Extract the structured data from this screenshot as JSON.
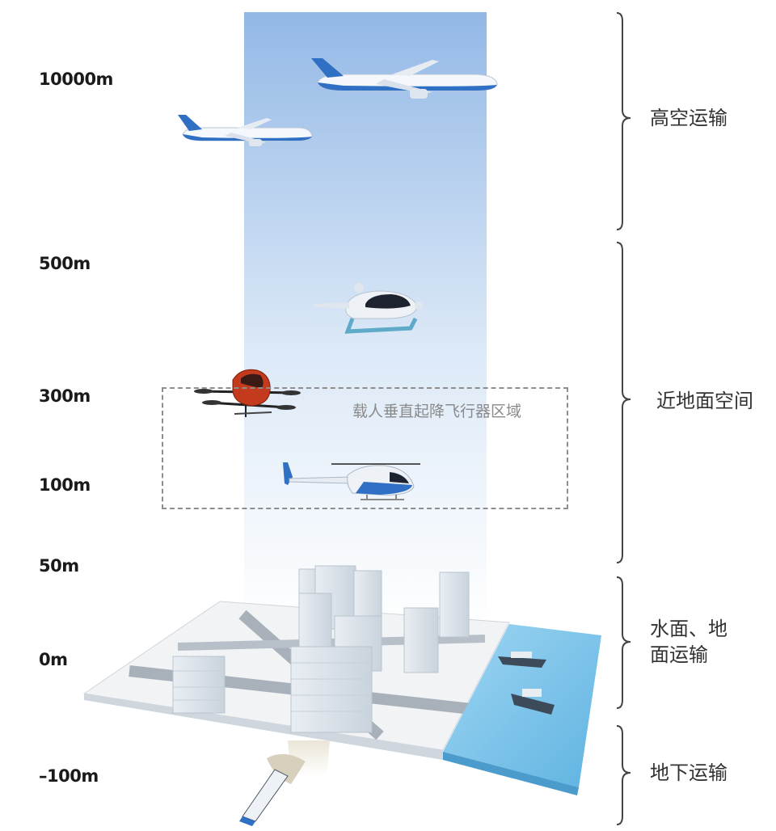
{
  "altitudes": [
    {
      "label": "10000m"
    },
    {
      "label": "500m"
    },
    {
      "label": "300m"
    },
    {
      "label": "100m"
    },
    {
      "label": "50m"
    },
    {
      "label": "0m"
    },
    {
      "label": "–100m"
    }
  ],
  "layers": [
    {
      "label": "高空运输"
    },
    {
      "label": "近地面空间"
    },
    {
      "label_line1": "水面、地",
      "label_line2": "面运输"
    },
    {
      "label": "地下运输"
    }
  ],
  "zone": {
    "label": "载人垂直起降飞行器区域"
  },
  "colors": {
    "sky_top": "#8fb6e4",
    "sky_bottom": "#ffffff",
    "aircraft_blue": "#2f6fc4",
    "water": "#7cc4ea",
    "drone_red": "#c33a1c",
    "bracket": "#444444"
  },
  "icons": [
    "airliner-icon",
    "air-taxi-icon",
    "passenger-drone-icon",
    "helicopter-icon",
    "city-block-icon",
    "subway-tunnel-icon"
  ]
}
